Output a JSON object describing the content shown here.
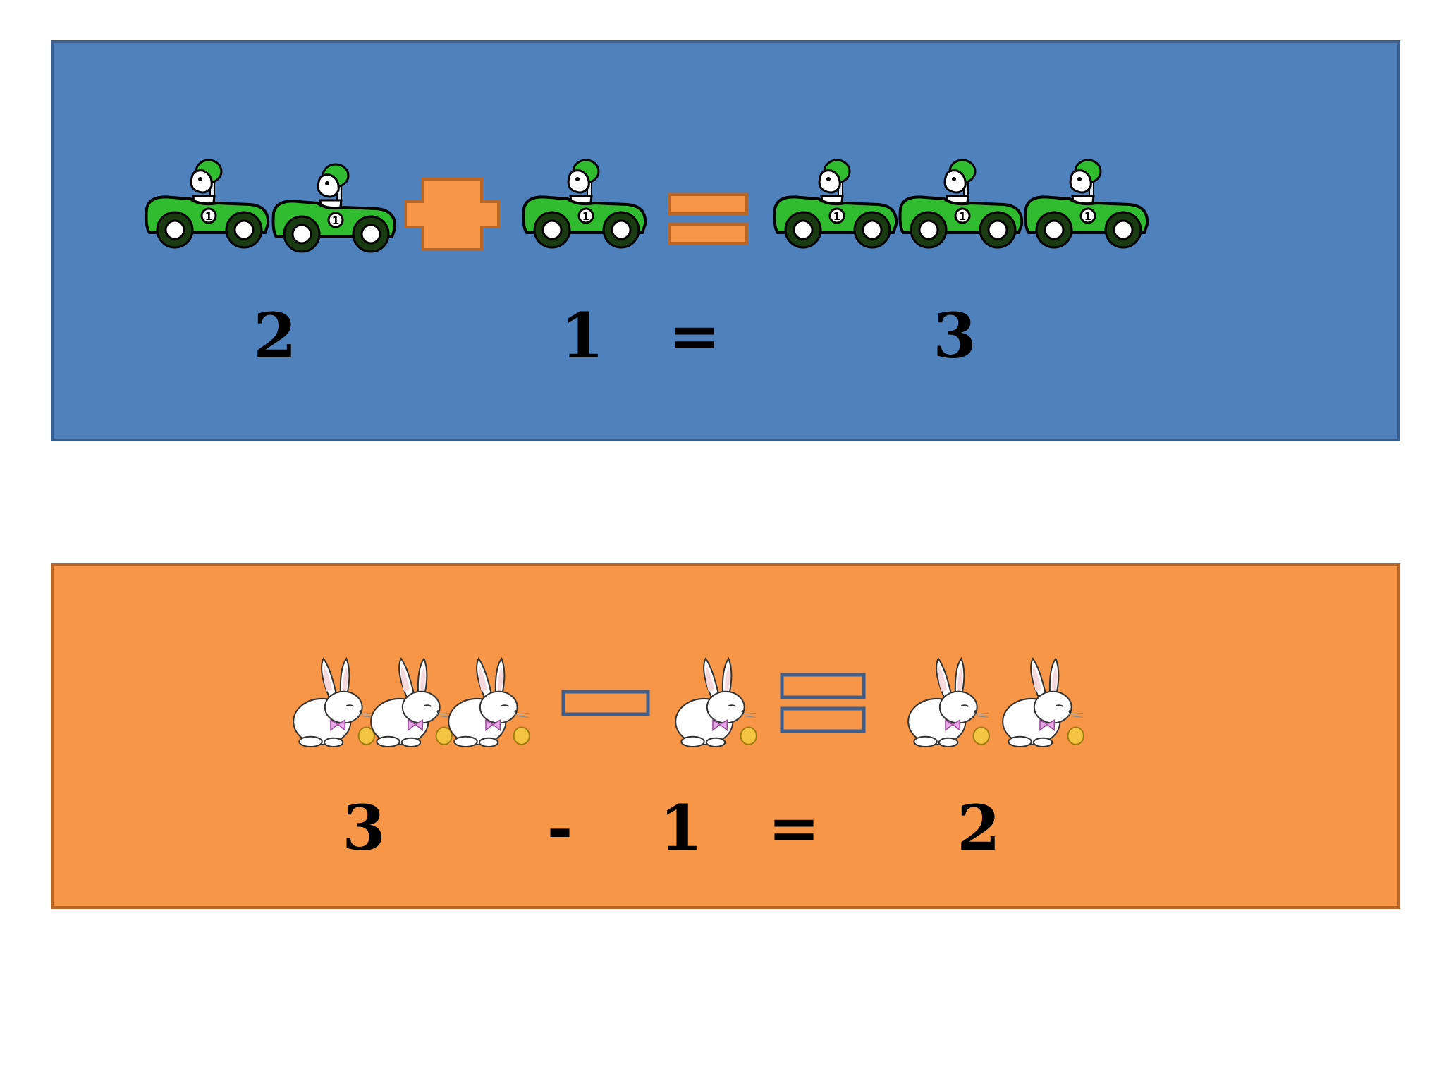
{
  "colors": {
    "add_panel_bg": "#4f81bd",
    "sub_panel_bg": "#f79646",
    "car_body": "#2fbd2f",
    "symbol_orange": "#f79646",
    "symbol_blue_outline": "#3f5f8f"
  },
  "addition": {
    "icon": "race-car-icon",
    "left_count": 2,
    "right_count": 1,
    "result_count": 3,
    "labels": {
      "left": "2",
      "right": "1",
      "equals": "=",
      "result": "3"
    }
  },
  "subtraction": {
    "icon": "bunny-icon",
    "left_count": 3,
    "right_count": 1,
    "result_count": 2,
    "labels": {
      "left": "3",
      "minus": "-",
      "right": "1",
      "equals": "=",
      "result": "2"
    }
  }
}
